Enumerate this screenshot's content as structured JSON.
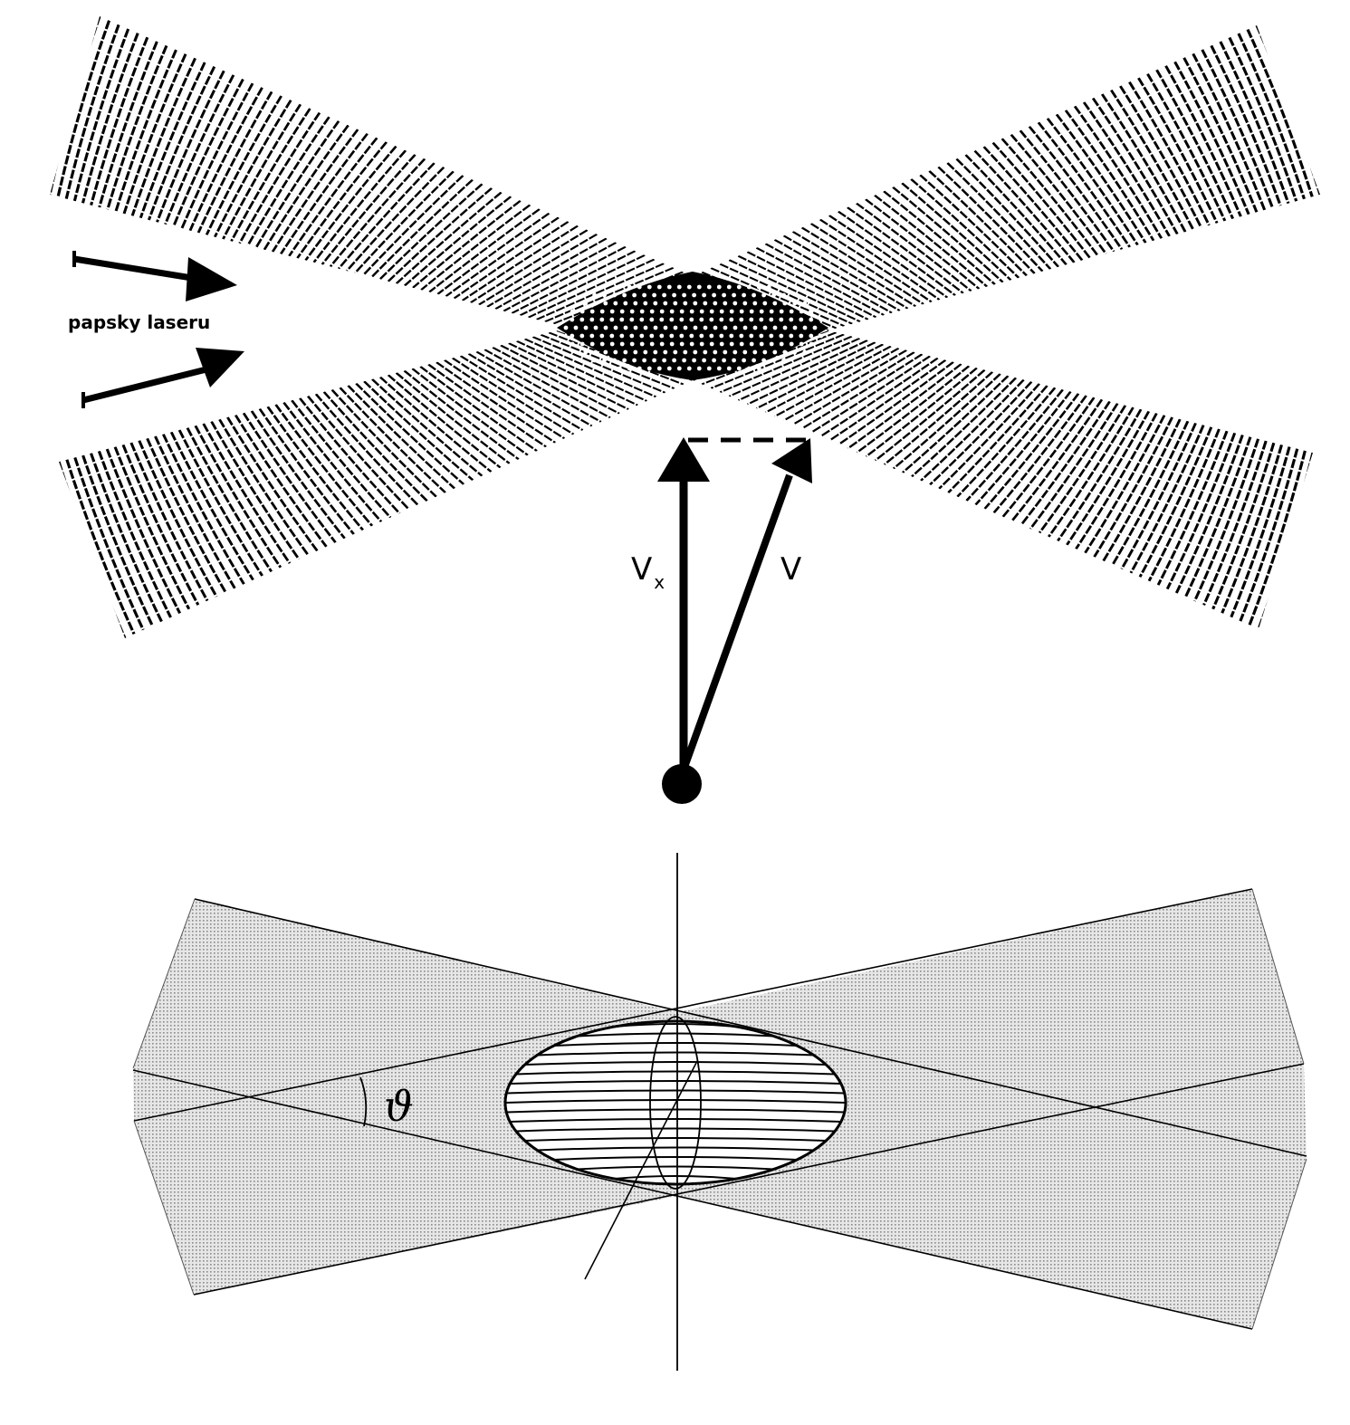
{
  "labels": {
    "beam_label": "papsky laseru",
    "velocity": "V",
    "velocity_x_main": "V",
    "velocity_x_sub": "x",
    "angle_symbol": "ϑ"
  },
  "colors": {
    "ink": "#000000",
    "shade": "#d4d4d4",
    "background": "#ffffff"
  }
}
